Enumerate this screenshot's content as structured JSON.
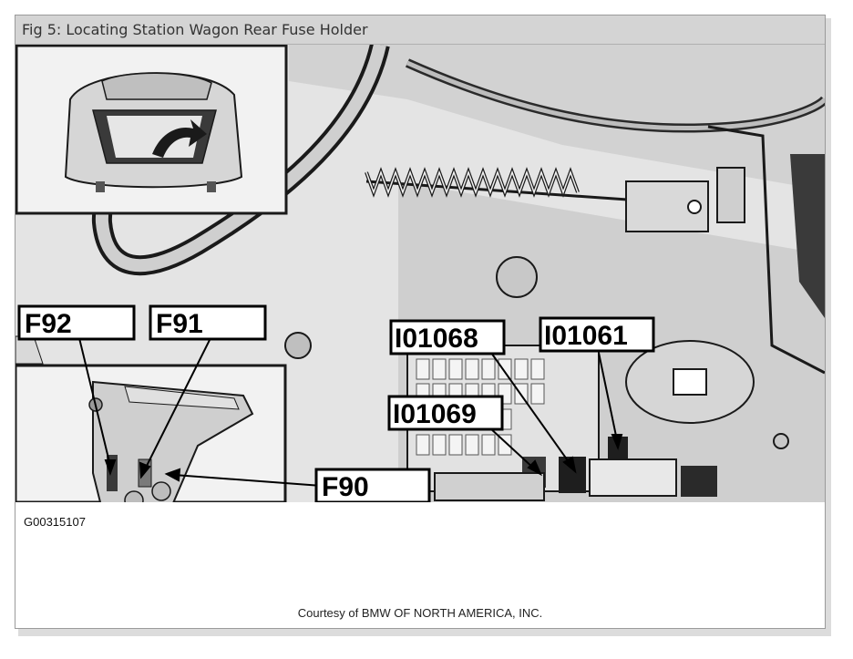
{
  "header": {
    "title": "Fig 5: Locating Station Wagon Rear Fuse Holder"
  },
  "callouts": {
    "f92": "F92",
    "f91": "F91",
    "f90": "F90",
    "i01068": "I01068",
    "i01061": "I01061",
    "i01069": "I01069"
  },
  "footer": {
    "figure_id": "G00315107",
    "courtesy": "Courtesy of BMW OF NORTH AMERICA, INC."
  },
  "colors": {
    "title_bar": "#d4d4d4",
    "line_art": "#1a1a1a",
    "background_panel": "#e6e6e6"
  }
}
